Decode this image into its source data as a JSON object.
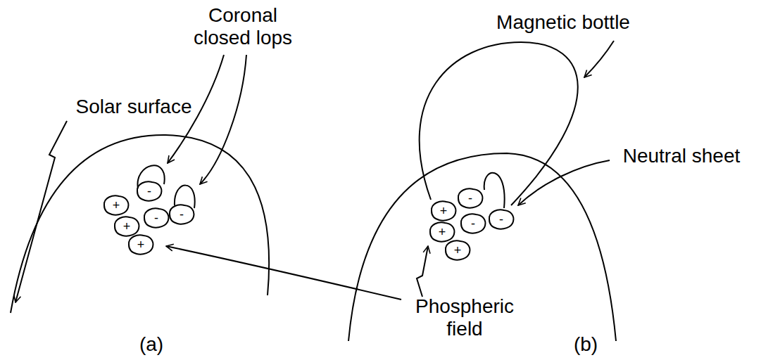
{
  "diagram": {
    "labels": [
      "Coronal closed lops",
      "Solar surface",
      "Magnetic bottle",
      "Neutral sheet",
      "Phospheric field",
      "(a)",
      "(b)",
      "+",
      "-",
      "+",
      "-",
      "+",
      "-",
      "+",
      "-",
      "+",
      "-",
      "+",
      "-"
    ]
  }
}
